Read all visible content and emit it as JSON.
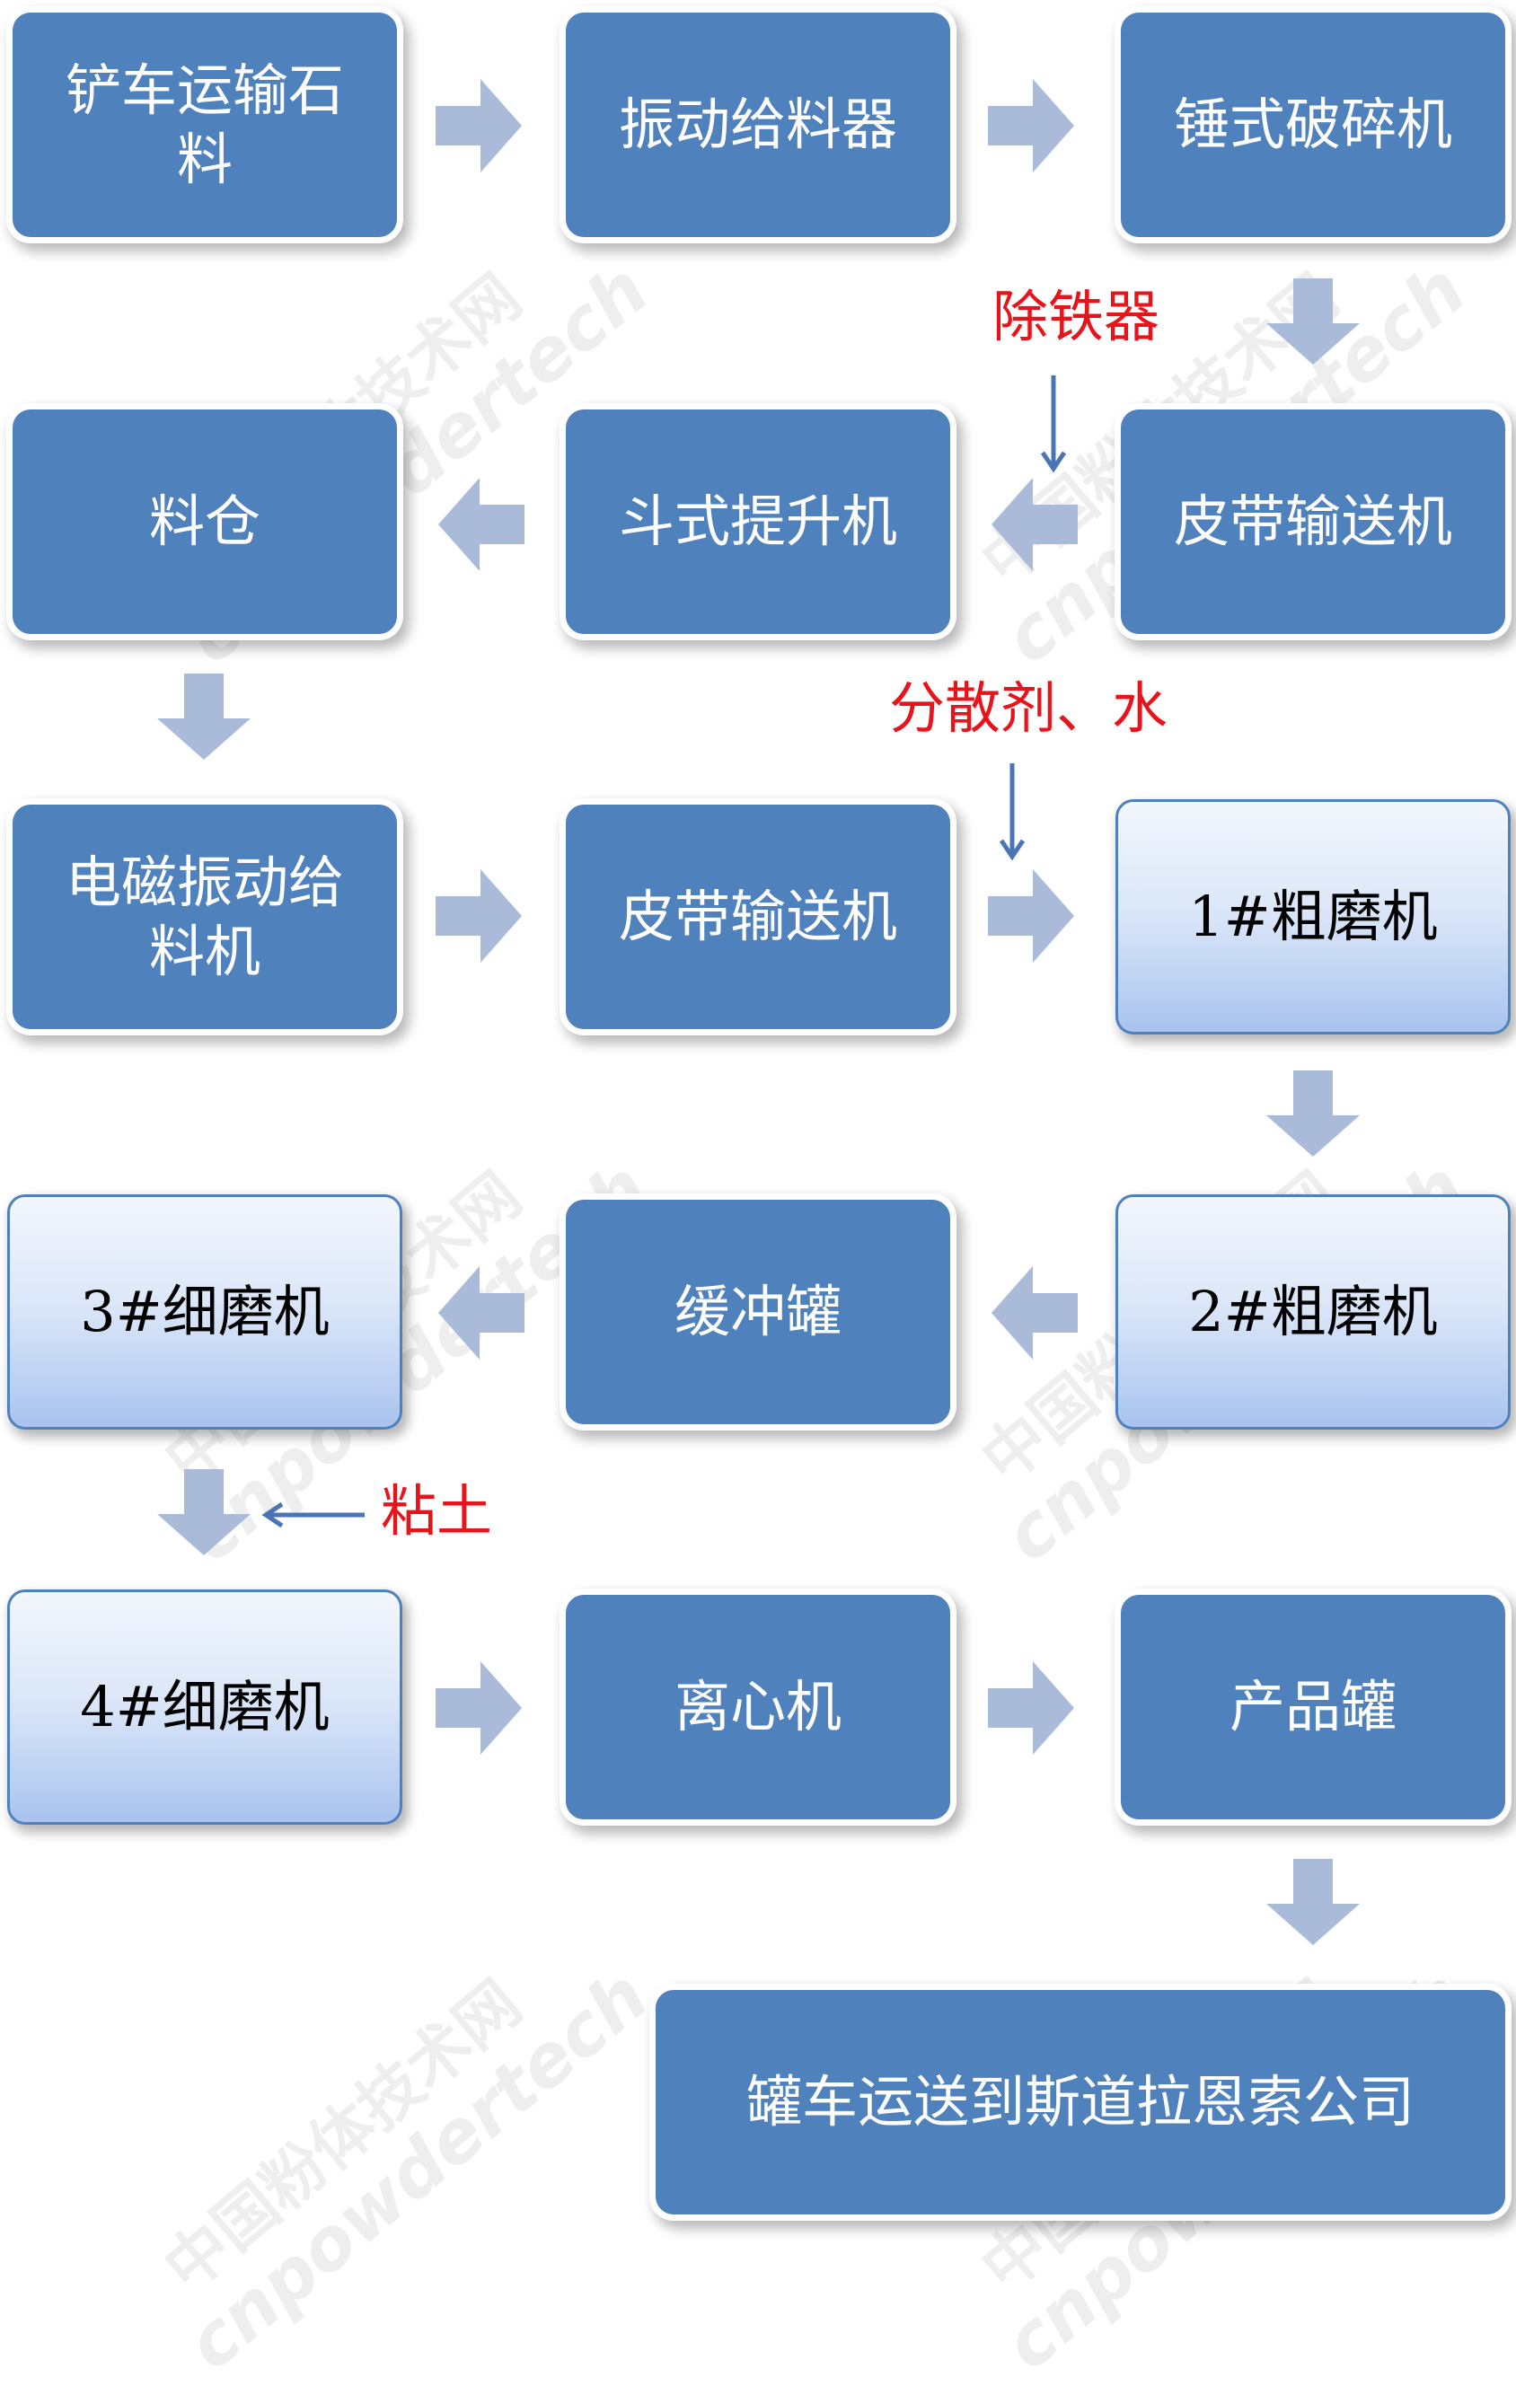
{
  "nodes": {
    "n1": "铲车运输石料",
    "n2": "振动给料器",
    "n3": "锤式破碎机",
    "n4": "皮带输送机",
    "n5": "斗式提升机",
    "n6": "料仓",
    "n7": "电磁振动给料机",
    "n8": "皮带输送机",
    "n9": "1#粗磨机",
    "n10": "2#粗磨机",
    "n11": "缓冲罐",
    "n12": "3#细磨机",
    "n13": "4#细磨机",
    "n14": "离心机",
    "n15": "产品罐",
    "n16": "罐车运送到斯道拉恩索公司"
  },
  "annotations": {
    "iron_remover": "除铁器",
    "dispersant_water": "分散剂、水",
    "clay": "粘土"
  },
  "watermark": {
    "cn": "中国粉体技术网",
    "en": "cnpowdertech"
  },
  "colors": {
    "box_fill": "#4f81bd",
    "highlight_box_fill": "#d9e5f8",
    "flow_arrow": "#a9bbd9",
    "note_text": "#e8141c",
    "thin_arrow": "#4a75b5"
  }
}
